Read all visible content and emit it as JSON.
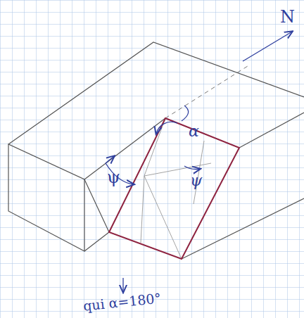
{
  "diagram": {
    "labels": [
      "N",
      "α",
      "ψ",
      "ψ",
      "qui α=180°"
    ]
  }
}
